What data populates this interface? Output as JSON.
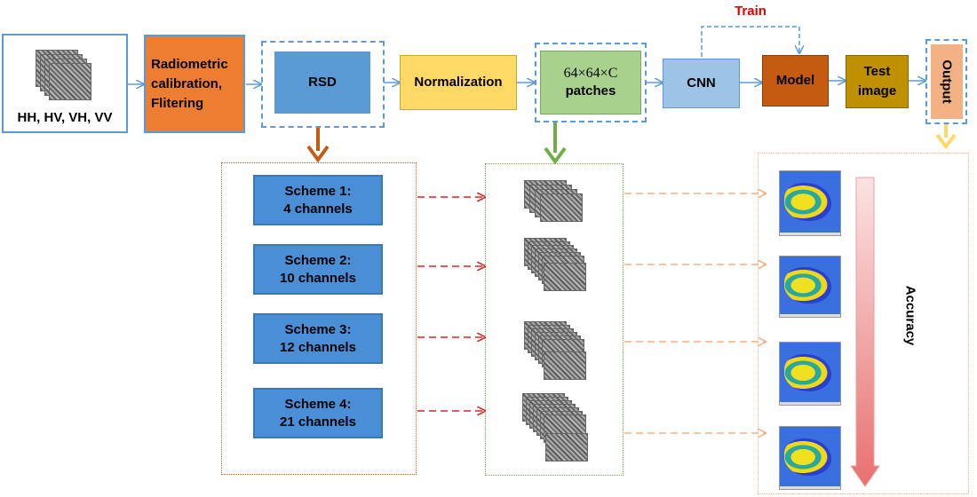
{
  "input_label": "HH, HV, VH, VV",
  "steps": {
    "radiometric": "Radiometric calibration, Flitering",
    "rsd": "RSD",
    "normalization": "Normalization",
    "patches_line1": "64×64×C",
    "patches_line2": "patches",
    "cnn": "CNN",
    "model": "Model",
    "test_image": "Test image",
    "output": "Output"
  },
  "train_label": "Train",
  "schemes": [
    {
      "name": "Scheme 1:",
      "channels": "4 channels"
    },
    {
      "name": "Scheme 2:",
      "channels": "10 channels"
    },
    {
      "name": "Scheme 3:",
      "channels": "12 channels"
    },
    {
      "name": "Scheme 4:",
      "channels": "21 channels"
    }
  ],
  "accuracy_label": "Accuracy",
  "colors": {
    "radiometric": "#ed7d31",
    "rsd": "#5b9bd5",
    "normalization": "#ffd966",
    "patches": "#a9d18e",
    "cnn": "#9dc3e6",
    "model": "#c55a11",
    "test_image": "#bf9000",
    "output": "#f4b183",
    "train_text": "#e00000"
  }
}
